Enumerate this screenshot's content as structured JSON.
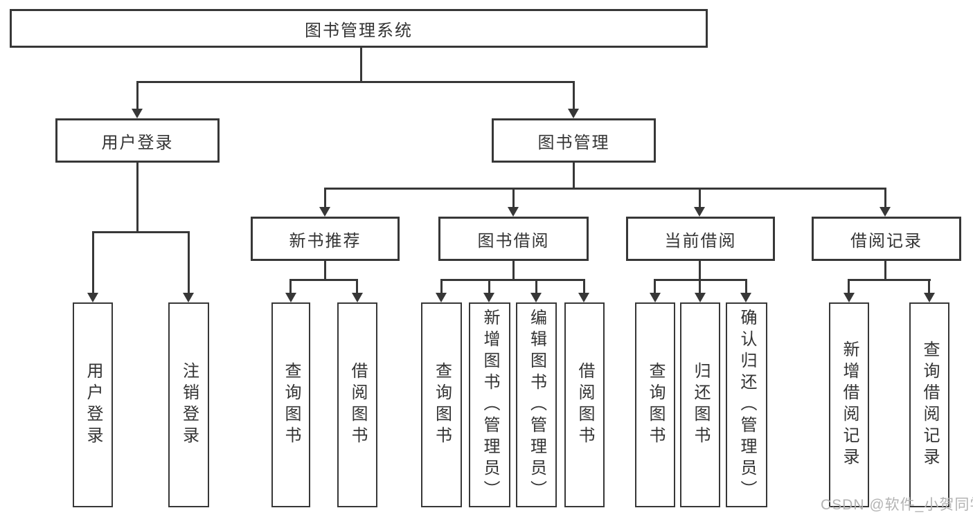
{
  "diagram": {
    "root": {
      "label": "图书管理系统"
    },
    "branches": [
      {
        "label": "用户登录",
        "children": [
          {
            "label": "用户登录"
          },
          {
            "label": "注销登录"
          }
        ]
      },
      {
        "label": "图书管理"
      }
    ],
    "modules": [
      {
        "label": "新书推荐",
        "children": [
          {
            "label": "查询图书"
          },
          {
            "label": "借阅图书"
          }
        ]
      },
      {
        "label": "图书借阅",
        "children": [
          {
            "label": "查询图书"
          },
          {
            "label": "新增图书（管理员）"
          },
          {
            "label": "编辑图书（管理员）"
          },
          {
            "label": "借阅图书"
          }
        ]
      },
      {
        "label": "当前借阅",
        "children": [
          {
            "label": "查询图书"
          },
          {
            "label": "归还图书"
          },
          {
            "label": "确认归还（管理员）"
          }
        ]
      },
      {
        "label": "借阅记录",
        "children": [
          {
            "label": "新增借阅记录"
          },
          {
            "label": "查询借阅记录"
          }
        ]
      }
    ]
  },
  "watermark": {
    "text": "CSDN @软件_小贺同学"
  },
  "colors": {
    "line": "#373737",
    "text": "#333333",
    "watermark": "#b3b3b3",
    "background": "#ffffff"
  }
}
